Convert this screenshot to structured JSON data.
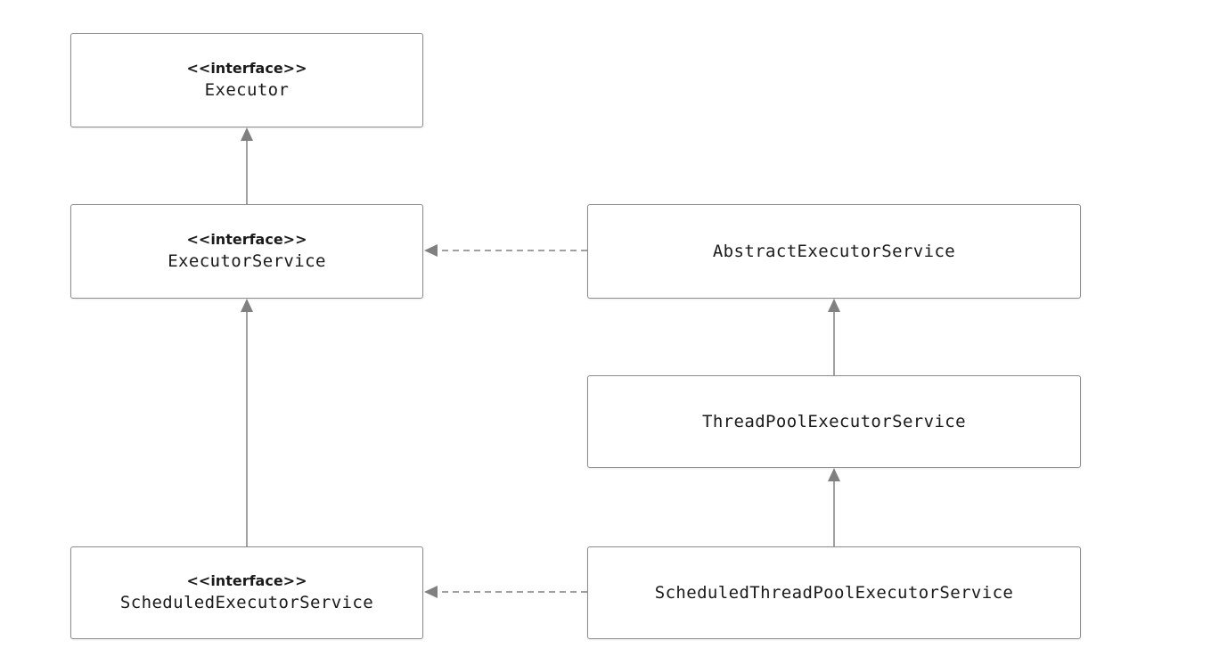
{
  "nodes": {
    "executor": {
      "stereotype": "<<interface>>",
      "name": "Executor"
    },
    "executor_service": {
      "stereotype": "<<interface>>",
      "name": "ExecutorService"
    },
    "scheduled_executor_service": {
      "stereotype": "<<interface>>",
      "name": "ScheduledExecutorService"
    },
    "abstract_executor_service": {
      "name": "AbstractExecutorService"
    },
    "thread_pool_executor_service": {
      "name": "ThreadPoolExecutorService"
    },
    "scheduled_thread_pool_executor_service": {
      "name": "ScheduledThreadPoolExecutorService"
    }
  },
  "edges": [
    {
      "from": "ExecutorService",
      "to": "Executor",
      "kind": "extends",
      "style": "solid"
    },
    {
      "from": "ScheduledExecutorService",
      "to": "ExecutorService",
      "kind": "extends",
      "style": "solid"
    },
    {
      "from": "AbstractExecutorService",
      "to": "ExecutorService",
      "kind": "implements",
      "style": "dashed"
    },
    {
      "from": "ThreadPoolExecutorService",
      "to": "AbstractExecutorService",
      "kind": "extends",
      "style": "solid"
    },
    {
      "from": "ScheduledThreadPoolExecutorService",
      "to": "ThreadPoolExecutorService",
      "kind": "extends",
      "style": "solid"
    },
    {
      "from": "ScheduledThreadPoolExecutorService",
      "to": "ScheduledExecutorService",
      "kind": "implements",
      "style": "dashed"
    }
  ],
  "colors": {
    "edge": "#808080",
    "border": "#8c8c8c",
    "text": "#1a1a1a"
  }
}
